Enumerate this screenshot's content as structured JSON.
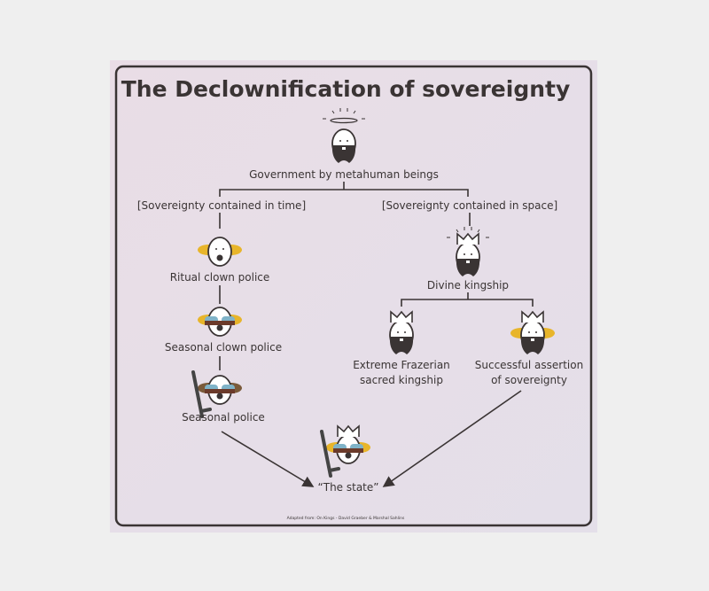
{
  "title": "The Declownification of sovereignty",
  "nodes": {
    "root": "Government by metahuman beings",
    "time": "[Sovereignty contained in time]",
    "space": "[Sovereignty contained in space]",
    "ritual": "Ritual clown police",
    "seasonal_clown": "Seasonal clown police",
    "seasonal_police": "Seasonal police",
    "divine": "Divine kingship",
    "frazerian_1": "Extreme Frazerian",
    "frazerian_2": "sacred kingship",
    "assertion_1": "Successful assertion",
    "assertion_2": "of sovereignty",
    "state": "“The state”"
  },
  "footer": "Adapted from: On Kings - David Graeber & Marshal Sahlins",
  "colors": {
    "ink": "#3a3434",
    "hair": "#e8b52a",
    "brown_hair": "#7a5a3a",
    "board": "#e7dfe8",
    "wall": "#efefef"
  }
}
